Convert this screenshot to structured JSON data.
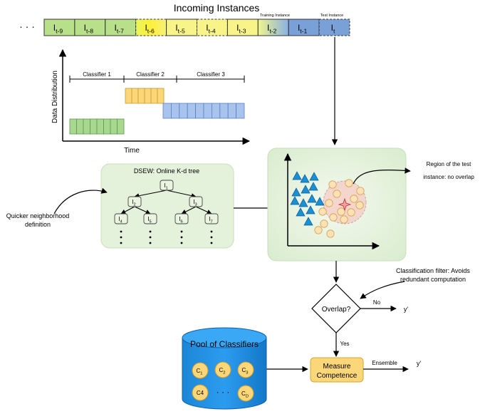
{
  "stream": {
    "title": "Incoming Instances",
    "ellipsis": "· · ·",
    "cells": [
      {
        "base": "I",
        "sub": "t-9",
        "color": "#b8e08a",
        "border": "#333333",
        "dashed": false
      },
      {
        "base": "I",
        "sub": "t-8",
        "color": "#b8e08a",
        "border": "#333333",
        "dashed": false
      },
      {
        "base": "I",
        "sub": "t-7",
        "color": "#b8e08a",
        "border": "#333333",
        "dashed": false
      },
      {
        "base": "I",
        "sub": "t-6",
        "color": "#e0f060",
        "border": "#333333",
        "dashed": true
      },
      {
        "base": "I",
        "sub": "t-5",
        "color": "#f8f48a",
        "border": "#333333",
        "dashed": false
      },
      {
        "base": "I",
        "sub": "t-4",
        "color": "#f8f48a",
        "border": "#333333",
        "dashed": true
      },
      {
        "base": "I",
        "sub": "t-3",
        "color": "#f8f48a",
        "border": "#333333",
        "dashed": false
      },
      {
        "base": "I",
        "sub": "t-2",
        "color": "#d8e8a0",
        "border": "#333333",
        "dashed": false
      },
      {
        "base": "I",
        "sub": "t-1",
        "color": "#7aa0d8",
        "border": "#333333",
        "dashed": false
      },
      {
        "base": "I",
        "sub": "t",
        "color": "#7aa0d8",
        "border": "#333333",
        "dashed": true
      }
    ],
    "training_label": "Training Instance",
    "test_label": "Test Instance"
  },
  "distribution": {
    "ylabel": "Data Distribution",
    "xlabel": "Time",
    "classifier_labels": [
      "Classifier 1",
      "Classifier 2",
      "Classifier 3"
    ],
    "colors": {
      "green": "#a8d890",
      "yellow": "#fcd77a",
      "blue": "#a8c4ec"
    }
  },
  "tree": {
    "title": "DSEW: Online K-d tree",
    "nodes": [
      {
        "base": "I",
        "sub": "1"
      },
      {
        "base": "I",
        "sub": "2"
      },
      {
        "base": "I",
        "sub": "3"
      },
      {
        "base": "I",
        "sub": "4"
      },
      {
        "base": "I",
        "sub": "5"
      },
      {
        "base": "I",
        "sub": "6"
      },
      {
        "base": "I",
        "sub": "7"
      }
    ],
    "panel_color": "#e4f2dc"
  },
  "labels": {
    "quicker": [
      "Quicker neighborhood",
      "definition"
    ],
    "region": [
      "Region of the test",
      "instance: no overlap"
    ],
    "filter": [
      "Classification filter: Avoids",
      "redundant computation"
    ],
    "overlap": "Overlap?",
    "no": "No",
    "yes": "Yes",
    "y_no": "y'",
    "ensemble": "Ensemble",
    "y_ens": "y'"
  },
  "pool": {
    "title": "Pool of Classifiers",
    "classifiers": [
      {
        "base": "C",
        "sub": "1"
      },
      {
        "base": "C",
        "sub": "2"
      },
      {
        "base": "C",
        "sub": "3"
      },
      {
        "base": "C4",
        "sub": ""
      },
      {
        "base": "C",
        "sub": "D"
      }
    ],
    "dots": "· · ·",
    "color": "#1d8fe0"
  },
  "competence": {
    "line1": "Measure",
    "line2": "Competence",
    "color": "#fcd77a"
  }
}
